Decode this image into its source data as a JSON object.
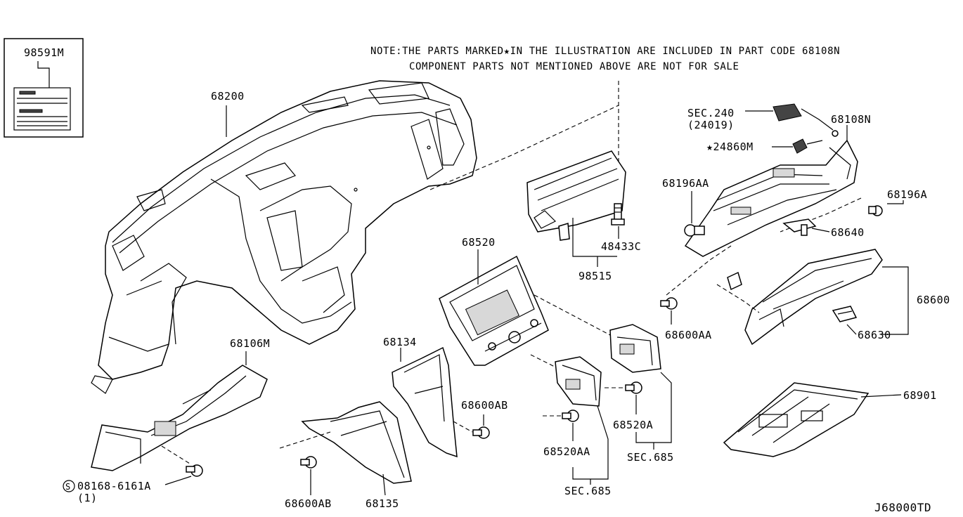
{
  "diagram_id": "J68000TD",
  "notes": {
    "line1": "NOTE:THE PARTS MARKED★IN THE ILLUSTRATION ARE INCLUDED IN PART CODE 68108N",
    "line2": "COMPONENT PARTS NOT MENTIONED ABOVE ARE NOT FOR SALE"
  },
  "parts": {
    "p98591M": "98591M",
    "p68200": "68200",
    "p68106M": "68106M",
    "p08168": "08168-6161A",
    "p08168_qty": "(1)",
    "p08168_prefix": "S",
    "p68134": "68134",
    "p68600AB_a": "68600AB",
    "p68600AB_b": "68600AB",
    "p68135": "68135",
    "p68520": "68520",
    "p98515": "98515",
    "p48433C": "48433C",
    "p68520AA": "68520AA",
    "p68520A": "68520A",
    "sec685_a": "SEC.685",
    "sec685_b": "SEC.685",
    "sec240": "SEC.240",
    "sec240_sub": "(24019)",
    "p24860M": "★24860M",
    "p68108N": "68108N",
    "p68196AA": "68196AA",
    "p68196A": "68196A",
    "p68640": "68640",
    "p68600": "68600",
    "p68600AA": "68600AA",
    "p68630": "68630",
    "p68901": "68901"
  }
}
